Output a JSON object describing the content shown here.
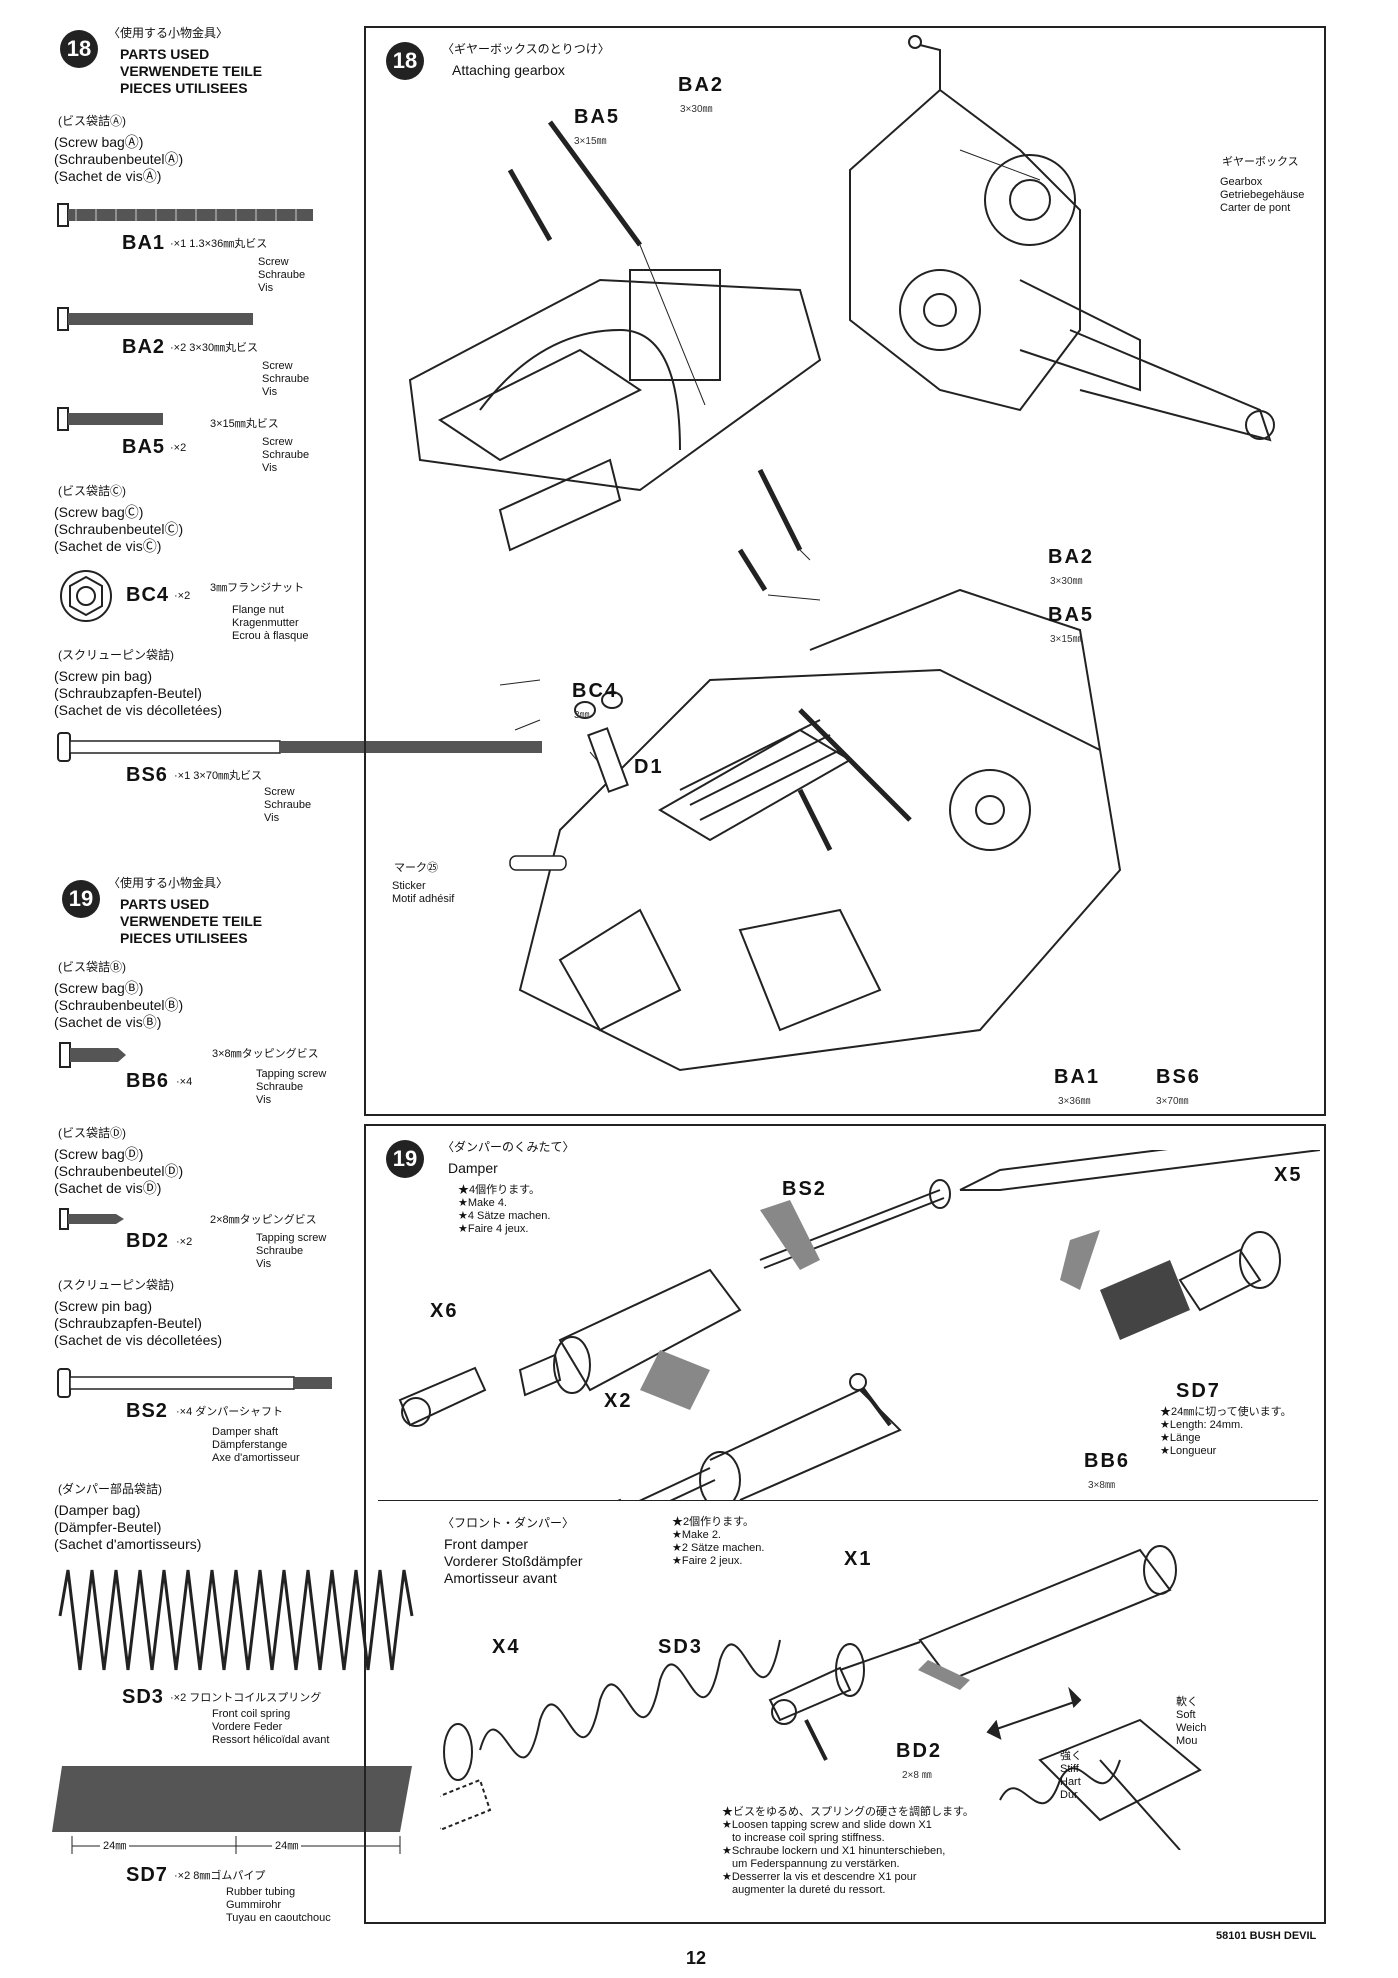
{
  "step18": {
    "number": "18",
    "parts_jp": "〈使用する小物金具〉",
    "parts_title": [
      "PARTS USED",
      "VERWENDETE TEILE",
      "PIECES UTILISEES"
    ],
    "bagA_jp": "(ビス袋詰Ⓐ)",
    "bagA": [
      "(Screw bagⒶ)",
      "(SchraubenbeutelⒶ)",
      "(Sachet de visⒶ)"
    ],
    "BA1": {
      "code": "BA1",
      "qty": "·×1",
      "spec": "1.3×36㎜丸ビス",
      "desc": [
        "Screw",
        "Schraube",
        "Vis"
      ]
    },
    "BA2": {
      "code": "BA2",
      "qty": "·×2",
      "spec": "3×30㎜丸ビス",
      "desc": [
        "Screw",
        "Schraube",
        "Vis"
      ]
    },
    "BA5": {
      "code": "BA5",
      "qty": "·×2",
      "spec": "3×15㎜丸ビス",
      "desc": [
        "Screw",
        "Schraube",
        "Vis"
      ]
    },
    "bagC_jp": "(ビス袋詰Ⓒ)",
    "bagC": [
      "(Screw bagⒸ)",
      "(SchraubenbeutelⒸ)",
      "(Sachet de visⒸ)"
    ],
    "BC4": {
      "code": "BC4",
      "qty": "·×2",
      "spec": "3㎜フランジナット",
      "desc": [
        "Flange nut",
        "Kragenmutter",
        "Ecrou à flasque"
      ]
    },
    "pinbag_jp": "(スクリューピン袋詰)",
    "pinbag": [
      "(Screw pin bag)",
      "(Schraubzapfen-Beutel)",
      "(Sachet de vis décolletées)"
    ],
    "BS6": {
      "code": "BS6",
      "qty": "·×1",
      "spec": "3×70㎜丸ビス",
      "desc": [
        "Screw",
        "Schraube",
        "Vis"
      ]
    },
    "diagram_jp": "〈ギヤーボックスのとりつけ〉",
    "diagram_title": "Attaching gearbox",
    "gearbox_jp": "ギヤーボックス",
    "gearbox": [
      "Gearbox",
      "Getriebegehäuse",
      "Carter de pont"
    ],
    "sticker_jp": "マーク㉕",
    "sticker": [
      "Sticker",
      "Motif adhésif"
    ],
    "callouts": {
      "BA2_top": {
        "code": "BA2",
        "size": "3×30㎜"
      },
      "BA5_top": {
        "code": "BA5",
        "size": "3×15㎜"
      },
      "BA2_right": {
        "code": "BA2",
        "size": "3×30㎜"
      },
      "BA5_right": {
        "code": "BA5",
        "size": "3×15㎜"
      },
      "BC4": {
        "code": "BC4",
        "size": "3㎜"
      },
      "D1": {
        "code": "D1"
      },
      "BA1": {
        "code": "BA1",
        "size": "3×36㎜"
      },
      "BS6": {
        "code": "BS6",
        "size": "3×70㎜"
      }
    }
  },
  "step19": {
    "number": "19",
    "parts_jp": "〈使用する小物金具〉",
    "parts_title": [
      "PARTS USED",
      "VERWENDETE TEILE",
      "PIECES UTILISEES"
    ],
    "bagB_jp": "(ビス袋詰Ⓑ)",
    "bagB": [
      "(Screw bagⒷ)",
      "(SchraubenbeutelⒷ)",
      "(Sachet de visⒷ)"
    ],
    "BB6": {
      "code": "BB6",
      "qty": "·×4",
      "spec": "3×8㎜タッピングビス",
      "desc": [
        "Tapping screw",
        "Schraube",
        "Vis"
      ]
    },
    "bagD_jp": "(ビス袋詰Ⓓ)",
    "bagD": [
      "(Screw bagⒹ)",
      "(SchraubenbeutelⒹ)",
      "(Sachet de visⒹ)"
    ],
    "BD2": {
      "code": "BD2",
      "qty": "·×2",
      "spec": "2×8㎜タッピングビス",
      "desc": [
        "Tapping screw",
        "Schraube",
        "Vis"
      ]
    },
    "pinbag_jp": "(スクリューピン袋詰)",
    "pinbag": [
      "(Screw pin bag)",
      "(Schraubzapfen-Beutel)",
      "(Sachet de vis décolletées)"
    ],
    "BS2": {
      "code": "BS2",
      "qty": "·×4",
      "spec": "ダンパーシャフト",
      "desc": [
        "Damper shaft",
        "Dämpferstange",
        "Axe d'amortisseur"
      ]
    },
    "damperbag_jp": "(ダンパー部品袋詰)",
    "damperbag": [
      "(Damper bag)",
      "(Dämpfer-Beutel)",
      "(Sachet d'amortisseurs)"
    ],
    "SD3": {
      "code": "SD3",
      "qty": "·×2",
      "spec": "フロントコイルスプリング",
      "desc": [
        "Front coil spring",
        "Vordere Feder",
        "Ressort hélicoïdal avant"
      ]
    },
    "SD7": {
      "code": "SD7",
      "qty": "·×2",
      "spec": "8㎜ゴムパイプ",
      "desc": [
        "Rubber tubing",
        "Gummirohr",
        "Tuyau en caoutchouc"
      ]
    },
    "SD7_dim": "24㎜",
    "damper_jp": "〈ダンパーのくみたて〉",
    "damper_title": "Damper",
    "make4": [
      "★4個作ります。",
      "★Make 4.",
      "★4 Sätze machen.",
      "★Faire 4 jeux."
    ],
    "sd7_note": [
      "★24㎜に切って使います。",
      "★Length: 24mm.",
      "★Länge",
      "★Longueur"
    ],
    "front_jp": "〈フロント・ダンパー〉",
    "front_title": [
      "Front damper",
      "Vorderer Stoßdämpfer",
      "Amortisseur avant"
    ],
    "make2": [
      "★2個作ります。",
      "★Make 2.",
      "★2 Sätze machen.",
      "★Faire 2 jeux."
    ],
    "soft": [
      "軟く",
      "Soft",
      "Weich",
      "Mou"
    ],
    "stiff": [
      "強く",
      "Stiff",
      "Hart",
      "Dur"
    ],
    "loosen_note": [
      "★ビスをゆるめ、スプリングの硬さを調節します。",
      "★Loosen tapping screw and slide down X1",
      "to increase coil spring stiffness.",
      "★Schraube lockern und X1 hinunterschieben,",
      "um Federspannung zu verstärken.",
      "★Desserrer la vis et descendre X1 pour",
      "augmenter la dureté du ressort."
    ],
    "callouts": {
      "BS2": {
        "code": "BS2"
      },
      "X5": {
        "code": "X5"
      },
      "X6": {
        "code": "X6"
      },
      "X2": {
        "code": "X2"
      },
      "SD7": {
        "code": "SD7"
      },
      "BB6": {
        "code": "BB6",
        "size": "3×8㎜"
      },
      "X1": {
        "code": "X1"
      },
      "X4": {
        "code": "X4"
      },
      "SD3": {
        "code": "SD3"
      },
      "BD2": {
        "code": "BD2",
        "size": "2×8 ㎜"
      }
    }
  },
  "footer": {
    "page": "12",
    "model": "58101 BUSH DEVIL"
  }
}
